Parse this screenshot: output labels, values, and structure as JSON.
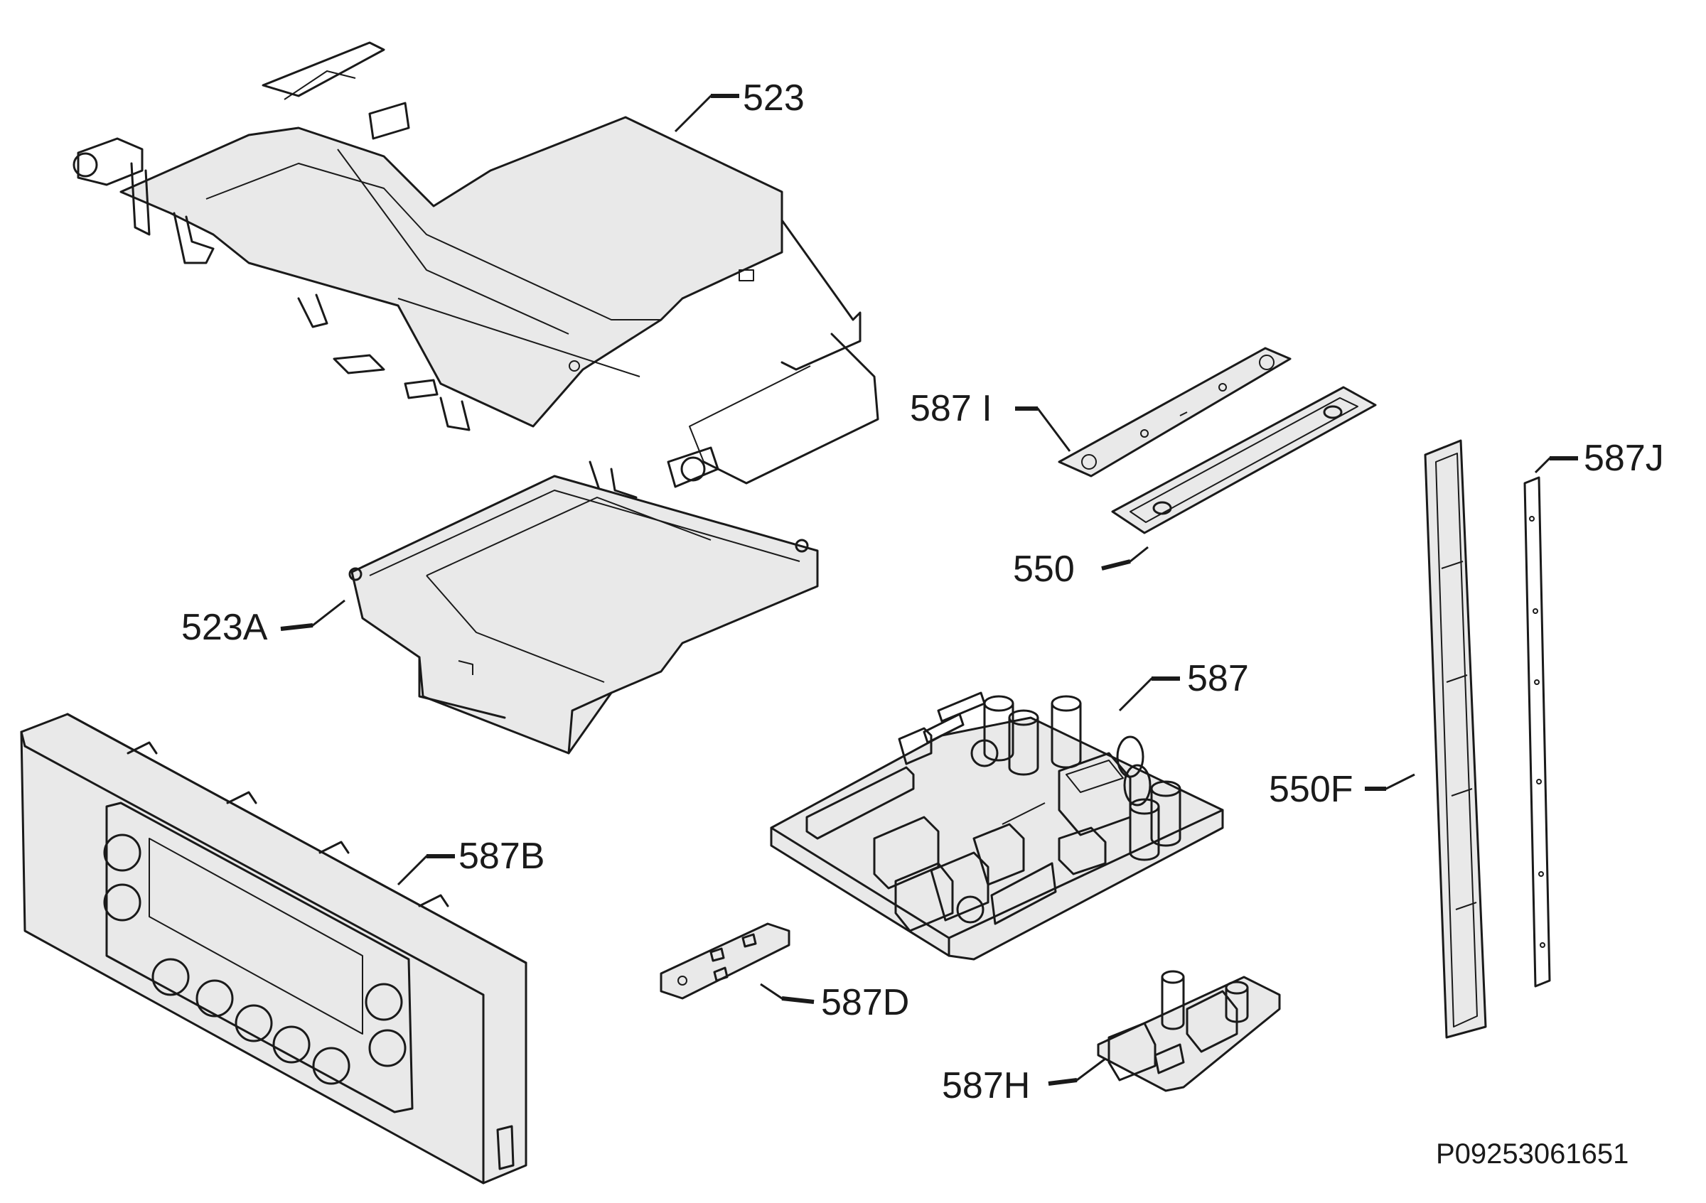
{
  "labels": {
    "l523": "523",
    "l523a": "523A",
    "l587i": "587 I",
    "l550": "550",
    "l587j": "587J",
    "l587": "587",
    "l550f": "550F",
    "l587b": "587B",
    "l587d": "587D",
    "l587h": "587H"
  },
  "drawing_code": "P09253061651"
}
